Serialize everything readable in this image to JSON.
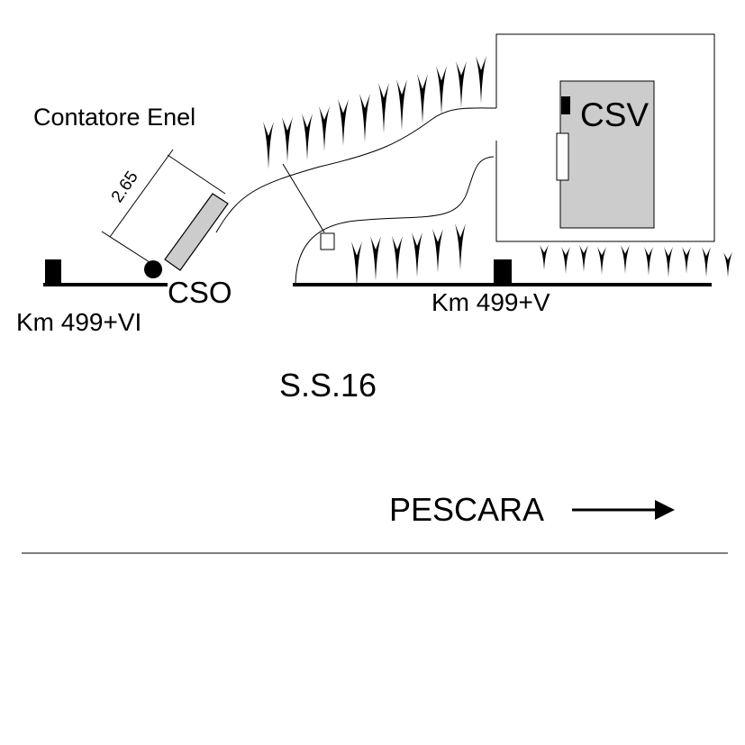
{
  "labels": {
    "meter": "Contatore Enel",
    "dimension": "2.65",
    "cso": "CSO",
    "csv": "CSV",
    "km_left": "Km 499+VI",
    "km_right": "Km 499+V",
    "road": "S.S.16",
    "direction": "PESCARA"
  },
  "icons": {
    "direction_arrow": "arrow-right-icon",
    "vegetation": "shrub-spike-icon",
    "post": "km-post-icon"
  },
  "colors": {
    "line": "#000000",
    "panel_fill": "#cccccc",
    "background": "#ffffff"
  }
}
